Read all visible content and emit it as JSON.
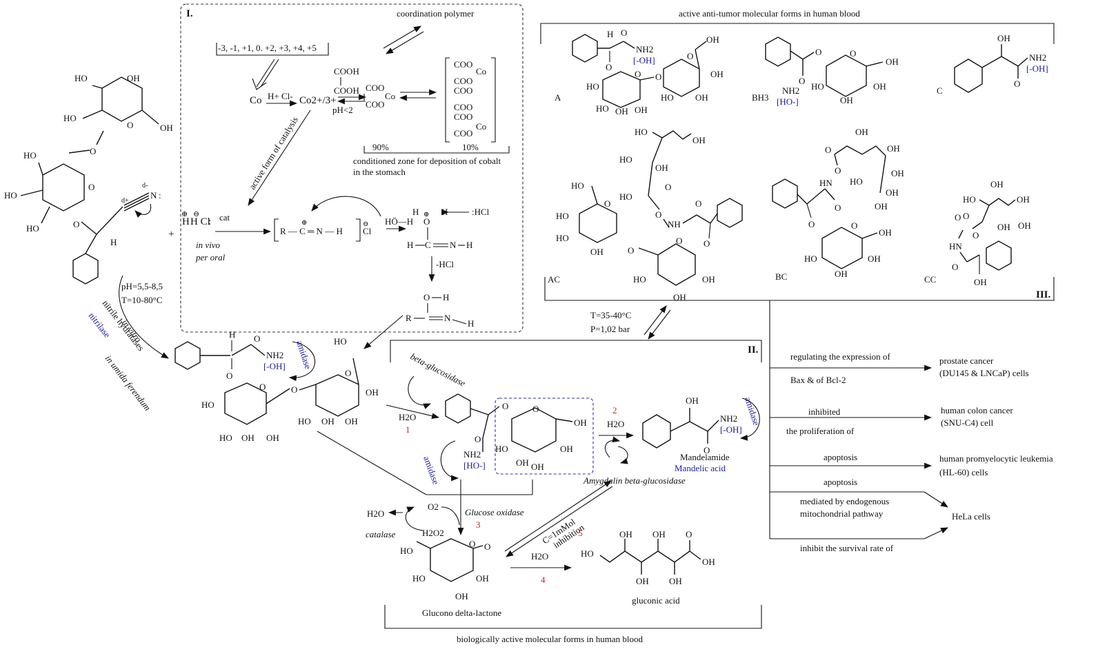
{
  "section_I": {
    "label": "I.",
    "oxidation_states": "-3, -1, +1, 0. +2, +3, +4, +5",
    "co_metal": "Co",
    "h_cl": "H+ Cl-",
    "co_ion": "Co2+/3+",
    "ph_condition": "pH<2",
    "coordination_polymer": "coordination polymer",
    "pct_90": "90%",
    "pct_10": "10%",
    "deposition_zone_1": "conditioned zone for deposition of cobalt",
    "deposition_zone_2": "in the stomach",
    "active_form": "active form of catalysis",
    "cat": "cat",
    "hcl": "H Cl",
    "in_vivo": "in vivo",
    "per_oral": "per oral",
    "nitrilium": "R — C ═ N — H",
    "chloride": "Cl",
    "water": "HÖ—H",
    "hcl_reagent": ":HCl",
    "minus_hcl": "-HCl"
  },
  "left_conditions": {
    "ph": "pH=5,5-8,5",
    "temp": "T=10-80°C",
    "nitrile_hydratases": "nitrile hydratases",
    "nitrilase": "nitrilase",
    "in_vitro": "in vitro",
    "in_umida": "in umida ferendum"
  },
  "section_II": {
    "label": "II.",
    "beta_glucosidase": "beta-glucosidase",
    "h2o": "H2O",
    "step1": "1",
    "step2": "2",
    "step3": "3",
    "step4": "4",
    "step5": "5",
    "amidase": "amidase",
    "oh_blue": "[-OH]",
    "ho_blue": "[HO-]",
    "mandelamide": "Mandelamide",
    "mandelic_acid": "Mandelic acid",
    "amygdalin_bg": "Amygdalin beta-glucosidase",
    "glucose_oxidase": "Glucose oxidase",
    "catalase": "catalase",
    "o2": "O2",
    "h2o2": "H2O2",
    "concentration": "C=1mMol",
    "inhibition": "inhibition",
    "glucono": "Glucono delta-lactone",
    "gluconic": "gluconic acid",
    "bottom_caption": "biologically active molecular forms in human blood"
  },
  "section_III": {
    "label": "III.",
    "top_caption": "active anti-tumor molecular forms in human blood",
    "mol_A": "A",
    "mol_BH3": "BH3",
    "mol_C": "C",
    "mol_AC": "AC",
    "mol_BC": "BC",
    "mol_CC": "CC",
    "temp": "T=35-40°C",
    "pressure": "P=1,02 bar"
  },
  "effects": [
    {
      "label_top": "regulating the expression of",
      "label_bottom": "Bax & of Bcl-2",
      "target_1": "prostate cancer",
      "target_2": "(DU145 & LNCaP) cells"
    },
    {
      "label_top": "inhibited",
      "label_bottom": "the proliferation of",
      "target_1": "human colon cancer",
      "target_2": "(SNU-C4) cell"
    },
    {
      "label_top": "apoptosis",
      "label_bottom": "",
      "target_1": "human promyelocytic leukemia",
      "target_2": "(HL-60) cells"
    },
    {
      "label_top": "apoptosis",
      "label_bottom": "mediated by endogenous",
      "label_bottom2": "mitochondrial pathway",
      "target_1": "HeLa cells"
    },
    {
      "label_top": "inhibit the survival rate of"
    }
  ],
  "groups": {
    "oh": "OH",
    "ho": "HO",
    "nh2": "NH2",
    "h": "H",
    "o": "O",
    "hn": "HN",
    "nh": "NH",
    "cooh": "COOH",
    "coo": "COO",
    "n": "N"
  }
}
